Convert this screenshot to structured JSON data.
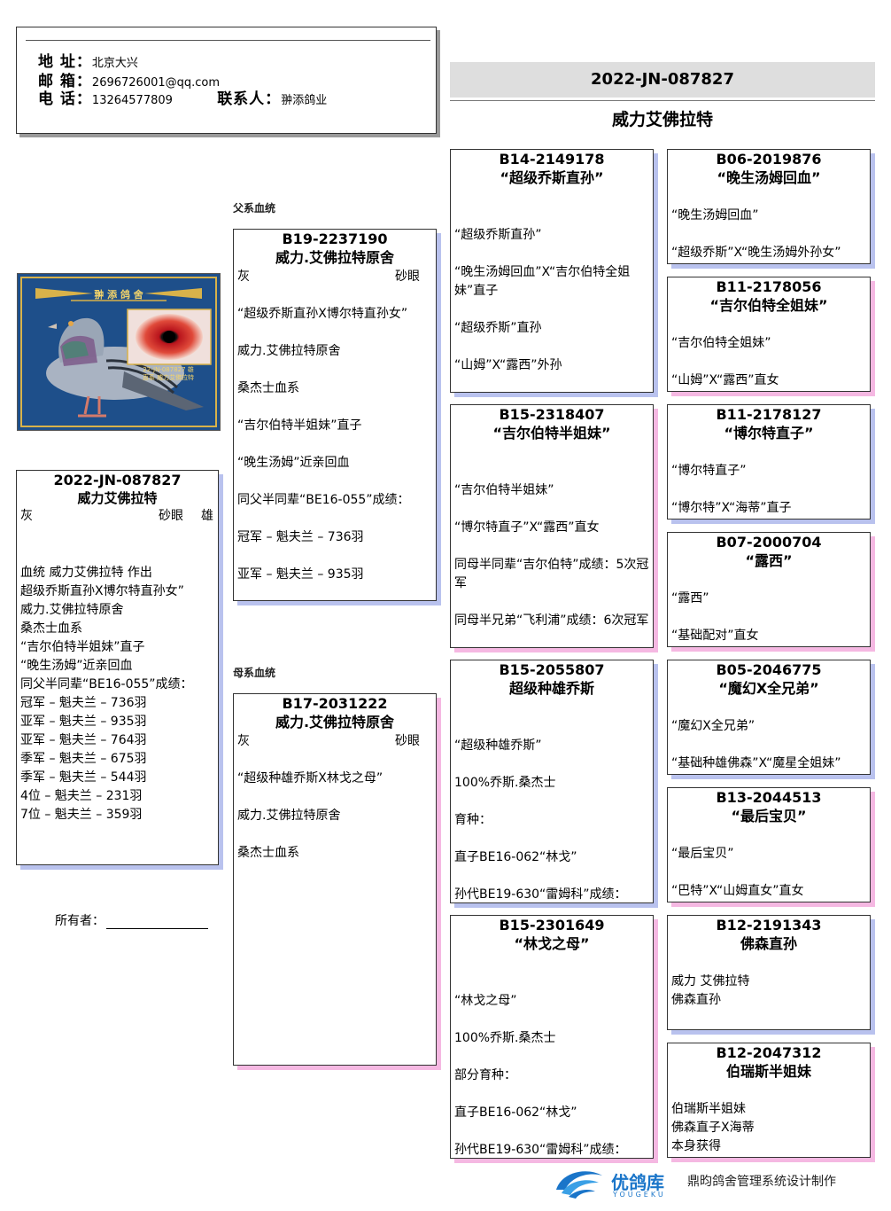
{
  "contact": {
    "address_label": "地 址：",
    "address": "北京大兴",
    "email_label": "邮 箱：",
    "email": "2696726001@qq.com",
    "phone_label": "电 话：",
    "phone": "13264577809",
    "contact_label": "联系人：",
    "contact_name": "翀添鸽业"
  },
  "header": {
    "ring": "2022-JN-087827",
    "name": "威力艾佛拉特"
  },
  "photo": {
    "banner": "翀 添 鸽 舍",
    "caption_1": "22-JN-087827  雄",
    "caption_2": "直系 威力艾佛拉特"
  },
  "sections": {
    "sire_label": "父系血统",
    "dam_label": "母系血统"
  },
  "subject": {
    "ring": "2022-JN-087827",
    "name": "威力艾佛拉特",
    "color": "灰",
    "eye": "砂眼",
    "sex": "雄",
    "notes": [
      "血统 威力艾佛拉特 作出",
      "超级乔斯直孙X博尔特直孙女”",
      "威力.艾佛拉特原舍",
      "桑杰士血系",
      "“吉尔伯特半姐妹”直子",
      "“晚生汤姆”近亲回血",
      "同父半同辈“BE16-055”成绩：",
      "冠军 – 魁夫兰 – 736羽",
      "亚军 – 魁夫兰 – 935羽",
      "亚军 – 魁夫兰 – 764羽",
      "季军 – 魁夫兰 – 675羽",
      "季军 – 魁夫兰 – 544羽",
      "4位 – 魁夫兰 – 231羽",
      "7位 – 魁夫兰 – 359羽"
    ]
  },
  "sire": {
    "ring": "B19-2237190",
    "name": "威力.艾佛拉特原舍",
    "color": "灰",
    "eye": "砂眼",
    "lines": [
      "“超级乔斯直孙X博尔特直孙女”",
      "威力.艾佛拉特原舍",
      "桑杰士血系",
      "“吉尔伯特半姐妹”直子",
      "“晚生汤姆”近亲回血",
      "同父半同辈“BE16-055”成绩：",
      "冠军 – 魁夫兰 – 736羽",
      "亚军 – 魁夫兰 – 935羽"
    ]
  },
  "dam": {
    "ring": "B17-2031222",
    "name": "威力.艾佛拉特原舍",
    "color": "灰",
    "eye": "砂眼",
    "lines": [
      "“超级种雄乔斯X林戈之母”",
      "威力.艾佛拉特原舍",
      "桑杰士血系"
    ]
  },
  "grandparents": [
    {
      "ring": "B14-2149178",
      "name": "“超级乔斯直孙”",
      "lines": [
        "“超级乔斯直孙”",
        "“晚生汤姆回血”X“吉尔伯特全姐妹”直子",
        "“超级乔斯”直孙",
        "“山姆”X“露西”外孙"
      ]
    },
    {
      "ring": "B15-2318407",
      "name": "“吉尔伯特半姐妹”",
      "lines": [
        "“吉尔伯特半姐妹”",
        "“博尔特直子”X“露西”直女",
        "同母半同辈“吉尔伯特”成绩：5次冠军",
        "同母半兄弟“飞利浦”成绩：6次冠军"
      ]
    },
    {
      "ring": "B15-2055807",
      "name": "超级种雄乔斯",
      "lines": [
        "“超级种雄乔斯”",
        "100%乔斯.桑杰士",
        "育种：",
        "直子BE16-062“林戈”",
        "孙代BE19-630“雷姆科”成绩："
      ]
    },
    {
      "ring": "B15-2301649",
      "name": "“林戈之母”",
      "lines": [
        "“林戈之母”",
        "100%乔斯.桑杰士",
        "部分育种：",
        "直子BE16-062“林戈”",
        "孙代BE19-630“雷姆科”成绩："
      ]
    }
  ],
  "great_grandparents": [
    {
      "ring": "B06-2019876",
      "name": "“晚生汤姆回血”",
      "lines": [
        "“晚生汤姆回血”",
        "“超级乔斯”X“晚生汤姆外孙女”"
      ]
    },
    {
      "ring": "B11-2178056",
      "name": "“吉尔伯特全姐妹”",
      "lines": [
        "“吉尔伯特全姐妹”",
        "“山姆”X“露西”直女"
      ]
    },
    {
      "ring": "B11-2178127",
      "name": "“博尔特直子”",
      "lines": [
        "“博尔特直子”",
        "“博尔特”X“海蒂”直子"
      ]
    },
    {
      "ring": "B07-2000704",
      "name": "“露西”",
      "lines": [
        "“露西”",
        "“基础配对”直女"
      ]
    },
    {
      "ring": "B05-2046775",
      "name": "“魔幻X全兄弟”",
      "lines": [
        "“魔幻X全兄弟”",
        "“基础种雄佛森”X“魔星全姐妹”"
      ]
    },
    {
      "ring": "B13-2044513",
      "name": "“最后宝贝”",
      "lines": [
        "“最后宝贝”",
        "“巴特”X“山姆直女”直女"
      ]
    },
    {
      "ring": "B12-2191343",
      "name": "佛森直孙",
      "lines": [
        "威力 艾佛拉特",
        "佛森直孙"
      ]
    },
    {
      "ring": "B12-2047312",
      "name": "伯瑞斯半姐妹",
      "lines": [
        "伯瑞斯半姐妹",
        "佛森直子X海蒂",
        "本身获得"
      ]
    }
  ],
  "owner": {
    "label": "所有者："
  },
  "footer": {
    "brand": "优鸽库",
    "brand_en": "YOUGEKU",
    "credit": "鼎昀鸽舍管理系统设计制作"
  }
}
